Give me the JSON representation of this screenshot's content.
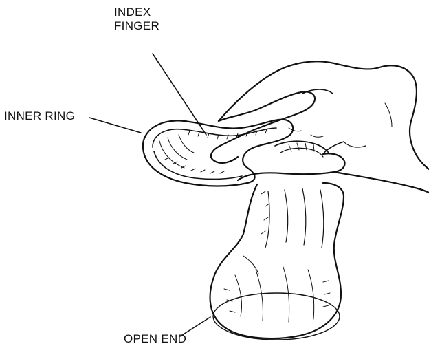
{
  "labels": {
    "index_finger_line1": "INDEX",
    "index_finger_line2": "FINGER",
    "inner_ring": "INNER RING",
    "open_end": "OPEN END"
  },
  "colors": {
    "ink": "#111111",
    "background": "#ffffff"
  }
}
